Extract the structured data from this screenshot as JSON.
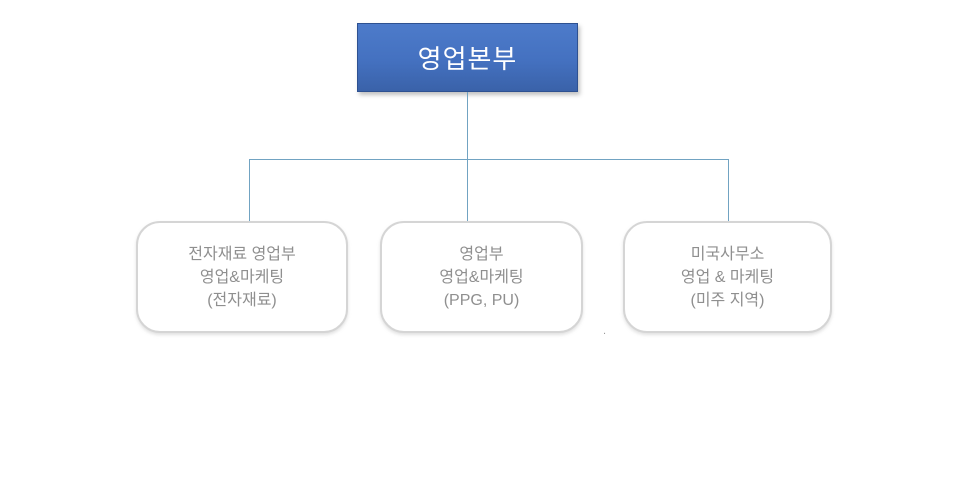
{
  "diagram": {
    "type": "org-chart",
    "root": {
      "label": "영업본부"
    },
    "children": [
      {
        "id": "electronic-materials",
        "lines": [
          "전자재료 영업부",
          "영업&마케팅",
          "(전자재료)"
        ]
      },
      {
        "id": "sales-dept",
        "lines": [
          "영업부",
          "영업&마케팅",
          "(PPG, PU)"
        ]
      },
      {
        "id": "us-office",
        "lines": [
          "미국사무소",
          "영업 & 마케팅",
          "(미주 지역)"
        ]
      }
    ],
    "stray_mark": ".",
    "colors": {
      "background": "#ffffff",
      "root_fill_top": "#4d7bca",
      "root_fill_bottom": "#3a62a9",
      "root_border": "#2e5191",
      "root_text": "#ffffff",
      "connector": "#71a3c2",
      "child_border": "#d5d5d5",
      "child_fill": "#ffffff",
      "child_text": "#8f8f8f"
    }
  }
}
